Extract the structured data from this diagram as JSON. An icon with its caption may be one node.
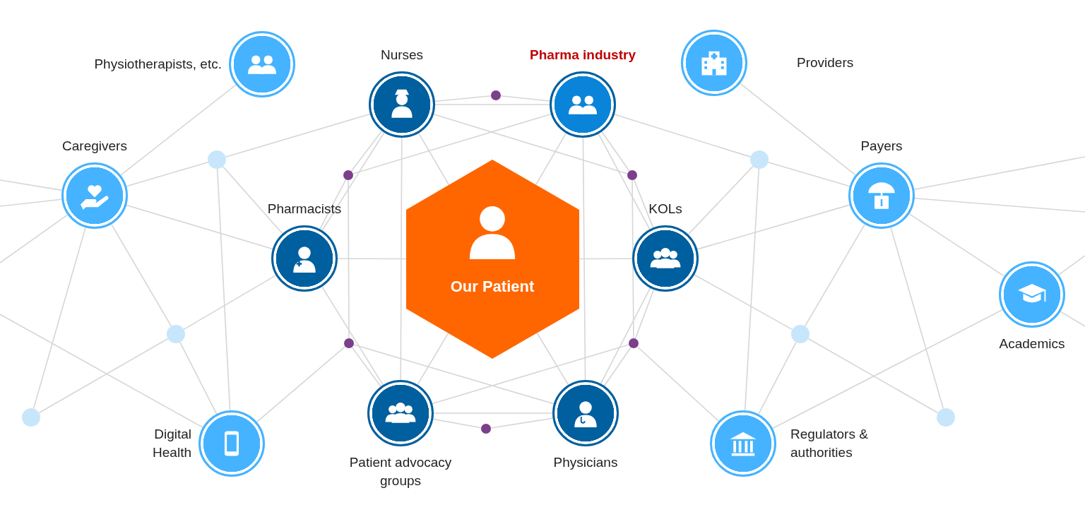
{
  "diagram": {
    "nodes": [
      {
        "text": [
          "Our Patient"
        ]
      },
      {
        "text": [
          "Nurses"
        ]
      },
      {
        "text": [
          "Pharma industry"
        ]
      },
      {
        "text": [
          "Physiotherapists, etc."
        ]
      },
      {
        "text": [
          "Providers"
        ]
      },
      {
        "text": [
          "Caregivers"
        ]
      },
      {
        "text": [
          "Payers"
        ]
      },
      {
        "text": [
          "Pharmacists"
        ]
      },
      {
        "text": [
          "KOLs"
        ]
      },
      {
        "text": [
          "Academics"
        ]
      },
      {
        "text": [
          "Digital Health"
        ]
      },
      {
        "text": [
          "Patient advocacy groups"
        ]
      },
      {
        "text": [
          "Physicians"
        ]
      },
      {
        "text": [
          "Regulators & authorities"
        ]
      },
      {
        "text": [],
        "shape": "circle"
      },
      {
        "text": [],
        "shape": "circle"
      },
      {
        "text": [],
        "shape": "circle"
      },
      {
        "text": [],
        "shape": "circle"
      },
      {
        "text": [],
        "shape": "circle"
      },
      {
        "text": [],
        "shape": "circle"
      },
      {
        "text": [],
        "shape": "circle"
      },
      {
        "text": [],
        "shape": "circle"
      },
      {
        "text": [],
        "shape": "circle"
      },
      {
        "text": [],
        "shape": "circle"
      },
      {
        "text": [],
        "shape": "circle"
      },
      {
        "text": [],
        "shape": "circle"
      }
    ],
    "edges": [
      {
        "from": 5,
        "to": 14,
        "arrow": "none"
      },
      {
        "from": 14,
        "to": 1,
        "arrow": "none"
      },
      {
        "from": 3,
        "to": 5,
        "arrow": "none"
      },
      {
        "from": 14,
        "to": 7,
        "arrow": "none"
      },
      {
        "from": 14,
        "to": 10,
        "arrow": "none"
      },
      {
        "from": 5,
        "to": 7,
        "arrow": "none"
      },
      {
        "from": 5,
        "to": 18,
        "arrow": "none"
      },
      {
        "from": 5,
        "to": 16,
        "arrow": "none"
      },
      {
        "from": 16,
        "to": 10,
        "arrow": "none"
      },
      {
        "from": 18,
        "to": 16,
        "arrow": "none"
      },
      {
        "from": 16,
        "to": 7,
        "arrow": "none"
      },
      {
        "from": null,
        "to": 5,
        "arrow": "none"
      },
      {
        "from": null,
        "to": 5,
        "arrow": "none"
      },
      {
        "from": null,
        "to": 5,
        "arrow": "none"
      },
      {
        "from": null,
        "to": 10,
        "arrow": "none"
      },
      {
        "from": 10,
        "to": 23,
        "arrow": "none"
      },
      {
        "from": 7,
        "to": 11,
        "arrow": "none"
      },
      {
        "from": 23,
        "to": 11,
        "arrow": "none"
      },
      {
        "from": 23,
        "to": 12,
        "arrow": "none"
      },
      {
        "from": 21,
        "to": 1,
        "arrow": "none"
      },
      {
        "from": 21,
        "to": 2,
        "arrow": "none"
      },
      {
        "from": 21,
        "to": 23,
        "arrow": "none"
      },
      {
        "from": 21,
        "to": 7,
        "arrow": "none"
      },
      {
        "from": 1,
        "to": 20,
        "arrow": "none"
      },
      {
        "from": 20,
        "to": 2,
        "arrow": "none"
      },
      {
        "from": 1,
        "to": 2,
        "arrow": "none"
      },
      {
        "from": 1,
        "to": 22,
        "arrow": "none"
      },
      {
        "from": 1,
        "to": 0,
        "arrow": "none"
      },
      {
        "from": 2,
        "to": 0,
        "arrow": "none"
      },
      {
        "from": 0,
        "to": 7,
        "arrow": "none"
      },
      {
        "from": 0,
        "to": 8,
        "arrow": "none"
      },
      {
        "from": 0,
        "to": 11,
        "arrow": "none"
      },
      {
        "from": 0,
        "to": 12,
        "arrow": "none"
      },
      {
        "from": 1,
        "to": 11,
        "arrow": "none"
      },
      {
        "from": 2,
        "to": 12,
        "arrow": "none"
      },
      {
        "from": 2,
        "to": 22,
        "arrow": "none"
      },
      {
        "from": 2,
        "to": 8,
        "arrow": "none"
      },
      {
        "from": 2,
        "to": 15,
        "arrow": "none"
      },
      {
        "from": 15,
        "to": 6,
        "arrow": "none"
      },
      {
        "from": 15,
        "to": 8,
        "arrow": "none"
      },
      {
        "from": 15,
        "to": 13,
        "arrow": "none"
      },
      {
        "from": 4,
        "to": 6,
        "arrow": "none"
      },
      {
        "from": 22,
        "to": 24,
        "arrow": "none"
      },
      {
        "from": 22,
        "to": 8,
        "arrow": "none"
      },
      {
        "from": 8,
        "to": 6,
        "arrow": "none"
      },
      {
        "from": 8,
        "to": 17,
        "arrow": "none"
      },
      {
        "from": 8,
        "to": 24,
        "arrow": "none"
      },
      {
        "from": 8,
        "to": 12,
        "arrow": "none"
      },
      {
        "from": 24,
        "to": 12,
        "arrow": "none"
      },
      {
        "from": 24,
        "to": 11,
        "arrow": "none"
      },
      {
        "from": 24,
        "to": 13,
        "arrow": "none"
      },
      {
        "from": 11,
        "to": 25,
        "arrow": "none"
      },
      {
        "from": 25,
        "to": 12,
        "arrow": "none"
      },
      {
        "from": 11,
        "to": 12,
        "arrow": "none"
      },
      {
        "from": 6,
        "to": 17,
        "arrow": "none"
      },
      {
        "from": 6,
        "to": 19,
        "arrow": "none"
      },
      {
        "from": 6,
        "to": 9,
        "arrow": "none"
      },
      {
        "from": 6,
        "to": null,
        "arrow": "none"
      },
      {
        "from": 6,
        "to": null,
        "arrow": "none"
      },
      {
        "from": 17,
        "to": 13,
        "arrow": "none"
      },
      {
        "from": 17,
        "to": 19,
        "arrow": "none"
      },
      {
        "from": 9,
        "to": 13,
        "arrow": "none"
      },
      {
        "from": 9,
        "to": null,
        "arrow": "none"
      },
      {
        "from": 9,
        "to": null,
        "arrow": "none"
      },
      {
        "from": 1,
        "to": 7,
        "arrow": "none"
      }
    ]
  }
}
